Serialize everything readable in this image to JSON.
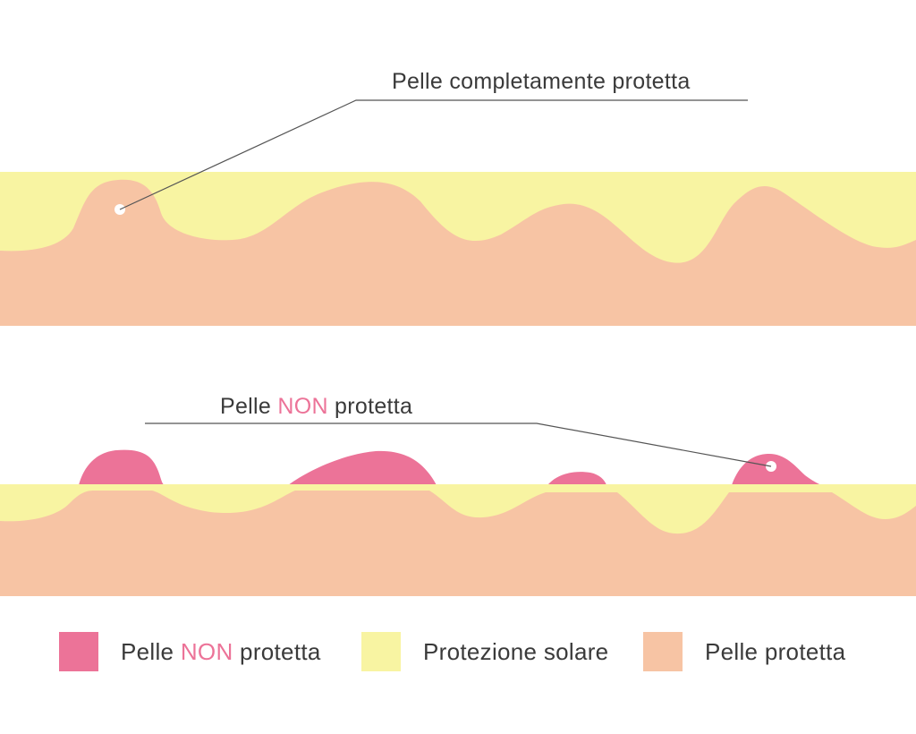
{
  "colors": {
    "unprotected_skin": "#ec7398",
    "sunscreen": "#f8f4a2",
    "protected_skin": "#f7c4a4",
    "text": "#3a3a3a",
    "leader_line": "#555555"
  },
  "top_panel": {
    "callout": "Pelle completamente protetta"
  },
  "bottom_panel": {
    "callout": {
      "before": "Pelle ",
      "highlight": "NON",
      "after": " protetta"
    }
  },
  "legend": {
    "unprotected": {
      "before": "Pelle ",
      "highlight": "NON",
      "after": " protetta"
    },
    "sunscreen": "Protezione solare",
    "protected": "Pelle protetta"
  }
}
